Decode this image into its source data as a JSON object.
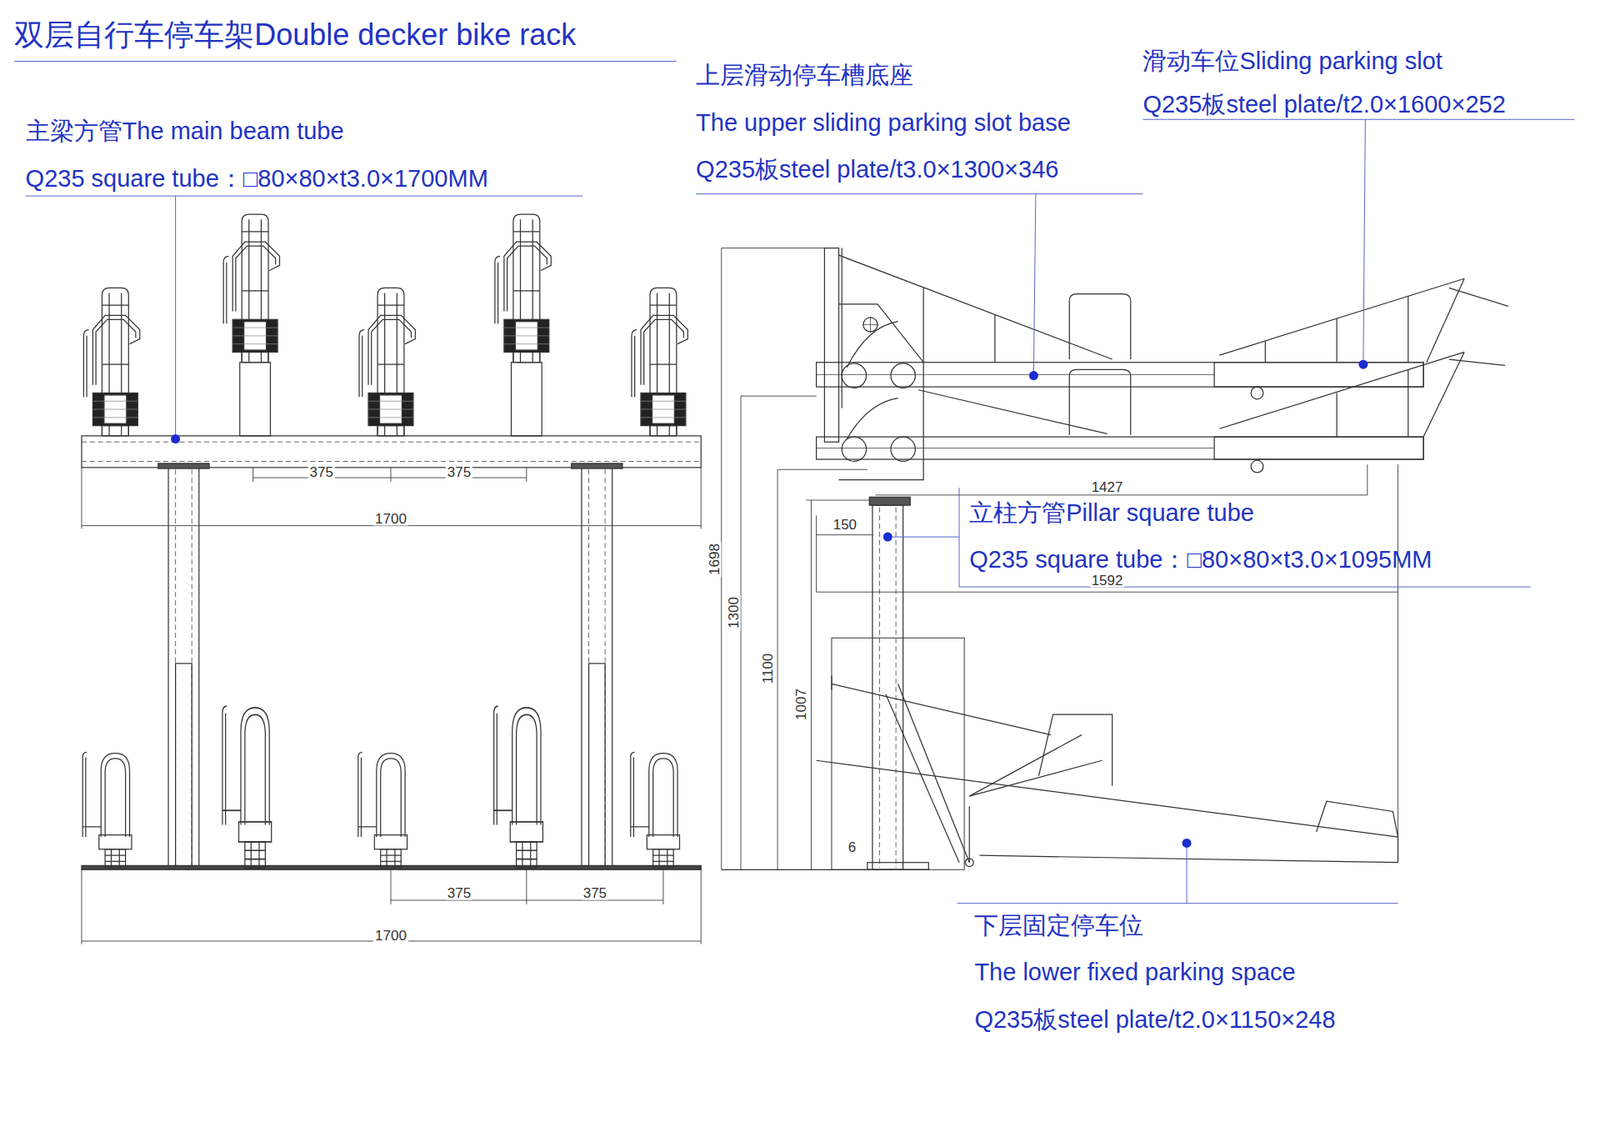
{
  "diagram": {
    "title": "双层自行车停车架Double decker bike rack",
    "labels": [
      "主梁方管The main beam tube",
      "Q235 square tube：□80×80×t3.0×1700MM",
      "上层滑动停车槽底座",
      "The upper sliding parking slot base",
      "Q235板steel plate/t3.0×1300×346",
      "滑动车位Sliding parking slot",
      "Q235板steel plate/t2.0×1600×252",
      "立柱方管Pillar square tube",
      "Q235 square tube：□80×80×t3.0×1095MM",
      "下层固定停车位",
      "The lower fixed parking space",
      "Q235板steel plate/t2.0×1150×248",
      "375",
      "375",
      "1700",
      "375",
      "375",
      "1700",
      "1427",
      "150",
      "1592",
      "1698",
      "1300",
      "1100",
      "1007",
      "6"
    ]
  }
}
